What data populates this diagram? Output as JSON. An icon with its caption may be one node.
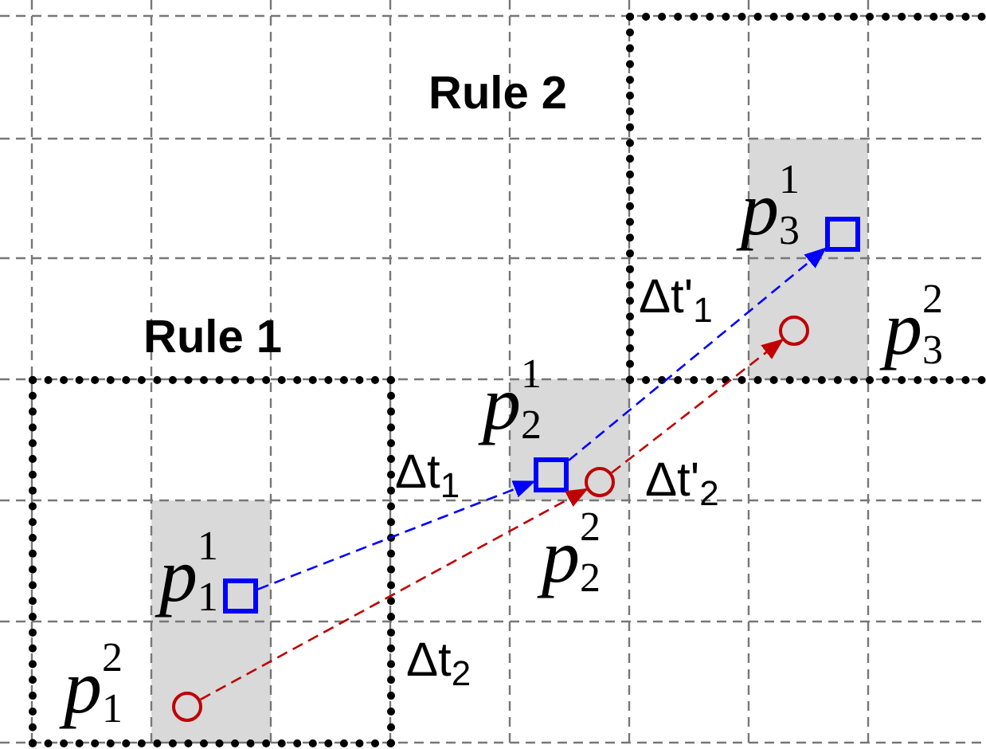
{
  "diagram": {
    "nodes": [
      {
        "text": [
          "Rule 1"
        ]
      },
      {
        "text": [],
        "shape": "box",
        "in": 0,
        "beside": [
          "*p*$^{1}$$_{1}$"
        ]
      },
      {
        "text": [],
        "shape": "circle",
        "in": 0,
        "beside": [
          "*p*$^{2}$$_{1}$"
        ]
      },
      {
        "text": [
          "Rule 2"
        ]
      },
      {
        "text": [],
        "shape": "box",
        "in": 3,
        "beside": [
          "*p*$^{1}$$_{3}$"
        ]
      },
      {
        "text": [],
        "shape": "circle",
        "in": 3,
        "beside": [
          "*p*$^{2}$$_{3}$"
        ]
      },
      {
        "text": [],
        "shape": "box",
        "beside": [
          "*p*$^{1}$$_{2}$"
        ]
      },
      {
        "text": [],
        "shape": "circle",
        "beside": [
          "*p*$^{2}$$_{2}$"
        ]
      }
    ],
    "edges": [
      {
        "from": 1,
        "to": 6,
        "arrow": "to",
        "style": "dashed",
        "color": "#0000ff"
      },
      {
        "from": 6,
        "to": 4,
        "arrow": "to",
        "style": "dashed",
        "color": "#0000ff"
      },
      {
        "from": 2,
        "to": 7,
        "arrow": "to",
        "style": "dashed",
        "color": "#c00000"
      },
      {
        "from": 7,
        "to": 5,
        "arrow": "to",
        "style": "dashed",
        "color": "#c00000"
      }
    ],
    "labels": [
      "Δt'$_{1}$",
      "Δt$_{1}$",
      "Δt'$_{2}$",
      "Δt$_{2}$"
    ]
  }
}
